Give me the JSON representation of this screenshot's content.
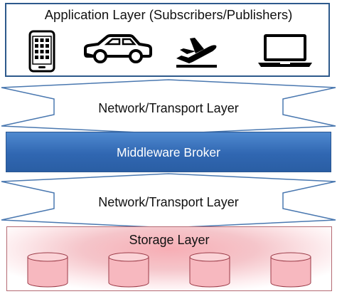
{
  "application_layer": {
    "title": "Application Layer (Subscribers/Publishers)",
    "icons": [
      "smartphone-icon",
      "car-icon",
      "airplane-icon",
      "laptop-icon"
    ]
  },
  "network_layer_top": {
    "label": "Network/Transport Layer"
  },
  "middleware": {
    "label": "Middleware Broker"
  },
  "network_layer_bottom": {
    "label": "Network/Transport Layer"
  },
  "storage_layer": {
    "label": "Storage Layer",
    "cylinder_count": 4
  },
  "colors": {
    "app_border": "#2e5a8c",
    "arrow_border": "#4a78b0",
    "broker_fill": "#3067b2",
    "storage_border": "#b46a73",
    "storage_fill": "#f5c5ca",
    "cylinder_fill": "#f7b8bf"
  }
}
